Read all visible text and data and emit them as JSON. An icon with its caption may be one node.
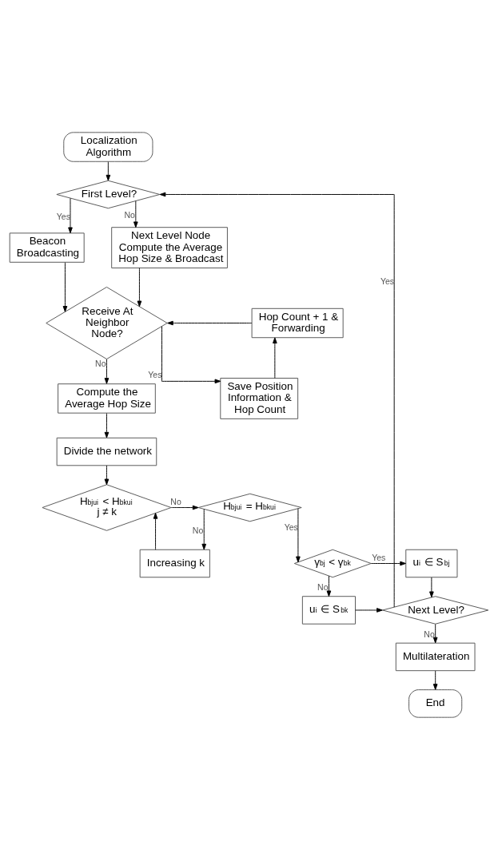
{
  "diagram": {
    "nodes": [
      {
        "text": [
          "Localization Algorithm"
        ]
      },
      {
        "text": [
          "First Level?"
        ]
      },
      {
        "text": [
          "Beacon Broadcasting"
        ]
      },
      {
        "text": [
          "Next Level Node Compute the Average Hop Size & Broadcast"
        ]
      },
      {
        "text": [
          "Receive At Neighbor Node?"
        ]
      },
      {
        "text": [
          "Hop Count + 1 & Forwarding"
        ]
      },
      {
        "text": [
          "Save Position Information & Hop Count"
        ]
      },
      {
        "text": [
          "Compute the Average Hop Size"
        ]
      },
      {
        "text": [
          "Divide the network"
        ]
      },
      {
        "text": [
          "Increasing k"
        ]
      },
      {
        "text": [
          "H$_{bjui}$ < H$_{bkui}$",
          "j ≠ k"
        ]
      },
      {
        "text": [
          "H$_{bjui}$ = H$_{bkui}$"
        ]
      },
      {
        "text": [
          "u$_{i}$ ∈ S$_{bj}$"
        ]
      },
      {
        "text": [
          "γ$_{bj}$ < γ$_{bk}$"
        ]
      },
      {
        "text": [
          "Next Level?"
        ]
      },
      {
        "text": [
          "u$_{i}$ ∈ S$_{bk}$"
        ]
      },
      {
        "text": [
          "Multilateration"
        ]
      },
      {
        "text": [
          "End"
        ]
      }
    ],
    "edges": [
      {
        "from": 0,
        "to": 1,
        "arrow": "to"
      },
      {
        "from": 1,
        "to": 2,
        "arrow": "to",
        "label": "Yes"
      },
      {
        "from": 1,
        "to": 3,
        "arrow": "to",
        "label": "No"
      },
      {
        "from": 2,
        "to": 4,
        "arrow": "to"
      },
      {
        "from": 3,
        "to": 4,
        "arrow": "to"
      },
      {
        "from": 4,
        "to": 6,
        "arrow": "to",
        "label": "Yes"
      },
      {
        "from": 6,
        "to": 5,
        "arrow": "to"
      },
      {
        "from": 5,
        "to": 4,
        "arrow": "to"
      },
      {
        "from": 4,
        "to": 7,
        "arrow": "to",
        "label": "No"
      },
      {
        "from": 7,
        "to": 8,
        "arrow": "to"
      },
      {
        "from": 8,
        "to": 10,
        "arrow": "to"
      },
      {
        "from": 9,
        "to": 10,
        "arrow": "to"
      },
      {
        "from": 10,
        "to": 11,
        "arrow": "to",
        "label": "No"
      },
      {
        "from": 11,
        "to": 9,
        "arrow": "to",
        "label": "No"
      },
      {
        "from": 11,
        "to": 13,
        "arrow": "to",
        "label": "Yes"
      },
      {
        "from": 13,
        "to": 12,
        "arrow": "to",
        "label": "Yes"
      },
      {
        "from": 13,
        "to": 15,
        "arrow": "to",
        "label": "No"
      },
      {
        "from": 12,
        "to": 14,
        "arrow": "to"
      },
      {
        "from": 15,
        "to": 14,
        "arrow": "to"
      },
      {
        "from": 14,
        "to": 1,
        "arrow": "to",
        "label": "Yes"
      },
      {
        "from": 14,
        "to": 16,
        "arrow": "to",
        "label": "No"
      },
      {
        "from": 16,
        "to": 17,
        "arrow": "to"
      }
    ]
  }
}
